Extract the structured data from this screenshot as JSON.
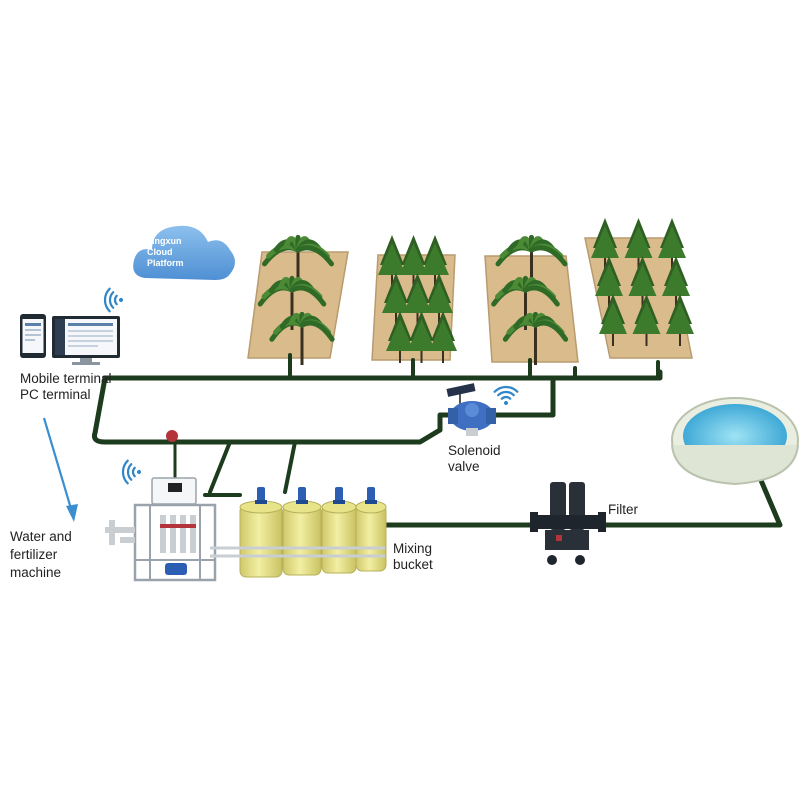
{
  "cloud": {
    "lines": [
      "Jingxun",
      "Cloud",
      "Platform"
    ]
  },
  "terminals": {
    "lines": [
      "Mobile terminal",
      "PC terminal"
    ]
  },
  "machine": {
    "lines": [
      "Water and",
      "fertilizer",
      "machine"
    ]
  },
  "solenoid": {
    "lines": [
      "Solenoid",
      "valve"
    ]
  },
  "mixing": {
    "lines": [
      "Mixing",
      "bucket"
    ]
  },
  "filter": {
    "lines": [
      "Filter"
    ]
  },
  "colors": {
    "pipe": "#1d3b1d",
    "cloud": "#6ea9e0",
    "wifi": "#2f86c8",
    "arrow": "#3b8fd0",
    "tank": "#e8e48a",
    "tank_cap": "#2c5fb3",
    "soil": "#d9bb8c",
    "water": "#6cc8e8",
    "valve": "#3f6fc0",
    "filter": "#222a33"
  },
  "fields": [
    {
      "plant": "palm"
    },
    {
      "plant": "conifer"
    },
    {
      "plant": "palm"
    },
    {
      "plant": "conifer"
    }
  ],
  "tanks": {
    "count": 4
  }
}
